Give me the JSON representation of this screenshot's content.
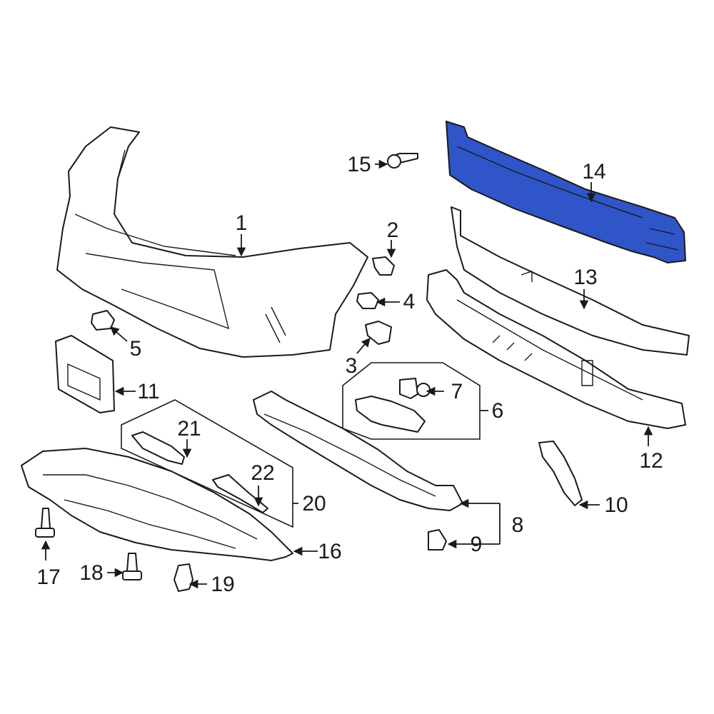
{
  "diagram": {
    "highlight_color": "#2f55c8",
    "highlighted_part": "14",
    "callouts": [
      "1",
      "2",
      "3",
      "4",
      "5",
      "6",
      "7",
      "8",
      "9",
      "10",
      "11",
      "12",
      "13",
      "14",
      "15",
      "16",
      "17",
      "18",
      "19",
      "20",
      "21",
      "22"
    ]
  }
}
